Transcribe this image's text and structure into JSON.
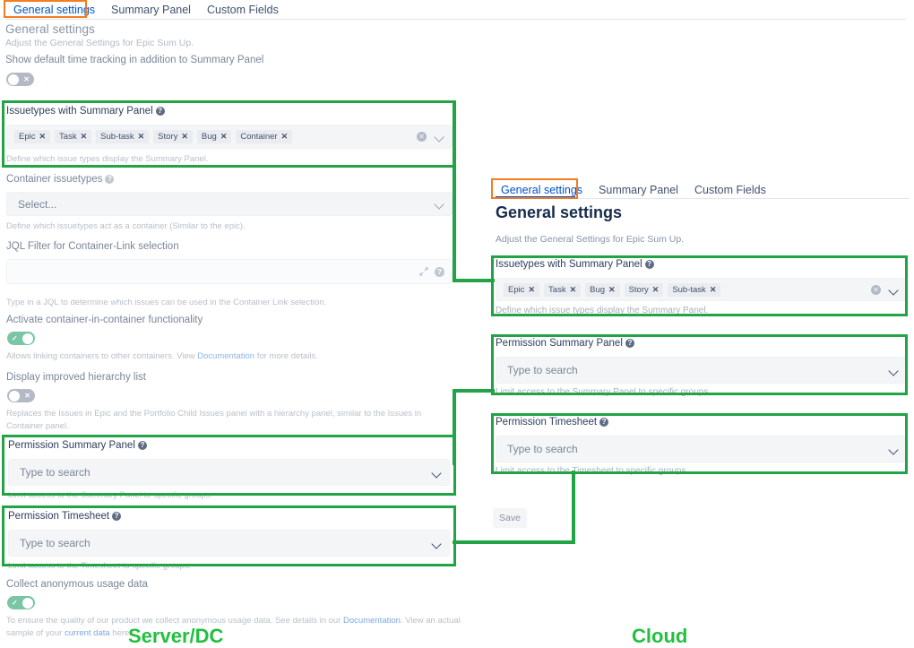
{
  "server": {
    "platform_caption": "Server/DC",
    "tabs": [
      {
        "label": "General settings",
        "active": true
      },
      {
        "label": "Summary Panel",
        "active": false
      },
      {
        "label": "Custom Fields",
        "active": false
      }
    ],
    "heading": "General settings",
    "subheading": "Adjust the General Settings for Epic Sum Up.",
    "time_tracking": {
      "label": "Show default time tracking in addition to Summary Panel",
      "toggle_state": "off",
      "toggle_glyph": "✕"
    },
    "issuetypes": {
      "label": "Issuetypes with Summary Panel",
      "help_icon": "help-icon",
      "pills": [
        "Epic",
        "Task",
        "Sub-task",
        "Story",
        "Bug",
        "Container"
      ],
      "pill_remove_glyph": "✕",
      "clear_glyph": "✕",
      "hint": "Define which issue types display the Summary Panel."
    },
    "container_issuetypes": {
      "label": "Container issuetypes",
      "placeholder": "Select...",
      "hint": "Define which issuetypes act as a container (Similar to the epic)."
    },
    "jql_filter": {
      "label": "JQL Filter for Container-Link selection",
      "value": "",
      "hint": "Type in a JQL to determine which issues can be used in the Container Link selection."
    },
    "container_in_container": {
      "label": "Activate container-in-container functionality",
      "toggle_state": "on",
      "toggle_glyph": "✓",
      "hint_before": "Allows linking containers to other containers. View ",
      "hint_link": "Documentation",
      "hint_after": " for more details."
    },
    "hierarchy_list": {
      "label": "Display improved hierarchy list",
      "toggle_state": "off",
      "toggle_glyph": "✕",
      "hint": "Replaces the Issues in Epic and the Portfolio Child Issues panel with a hierarchy panel, similar to the Issues in Container panel."
    },
    "permission_summary": {
      "label": "Permission Summary Panel",
      "placeholder": "Type to search",
      "hint": "Limit access to the Summary Panel to specific groups."
    },
    "permission_timesheet": {
      "label": "Permission Timesheet",
      "placeholder": "Type to search",
      "hint": "Limit access to the Timesheet to specific groups."
    },
    "usage_data": {
      "label": "Collect anonymous usage data",
      "toggle_state": "on",
      "toggle_glyph": "✓",
      "hint_1": "To ensure the quality of our product we collect anonymous usage data. See details in our ",
      "hint_link_1": "Documentation",
      "hint_2": ". View an actual sample of your ",
      "hint_link_2": "current data",
      "hint_3": " here."
    }
  },
  "cloud": {
    "platform_caption": "Cloud",
    "tabs": [
      {
        "label": "General settings",
        "active": true
      },
      {
        "label": "Summary Panel",
        "active": false
      },
      {
        "label": "Custom Fields",
        "active": false
      }
    ],
    "heading": "General settings",
    "subheading": "Adjust the General Settings for Epic Sum Up.",
    "issuetypes": {
      "label": "Issuetypes with Summary Panel",
      "pills": [
        "Epic",
        "Task",
        "Bug",
        "Story",
        "Sub-task"
      ],
      "pill_remove_glyph": "✕",
      "clear_glyph": "✕",
      "hint": "Define which issue types display the Summary Panel."
    },
    "permission_summary": {
      "label": "Permission Summary Panel",
      "placeholder": "Type to search",
      "hint": "Limit access to the Summary Panel to specific groups."
    },
    "permission_timesheet": {
      "label": "Permission Timesheet",
      "placeholder": "Type to search",
      "hint": "Limit access to the Timesheet to specific groups."
    },
    "save_label": "Save"
  },
  "colors": {
    "annotation_green": "#22a345",
    "caption_green": "#22c03f",
    "highlight_orange": "#F57C1F",
    "tab_active_blue": "#0052cc",
    "toggle_on_green": "#79c5a5",
    "toggle_off_grey": "#b3bac5"
  }
}
